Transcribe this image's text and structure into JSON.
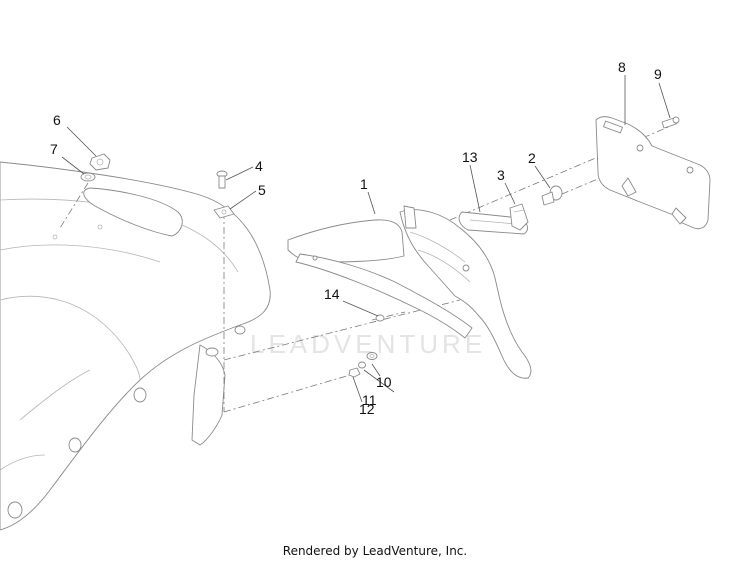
{
  "diagram": {
    "watermark": "LEADVENTURE",
    "callouts": [
      "1",
      "2",
      "3",
      "4",
      "5",
      "6",
      "7",
      "8",
      "9",
      "10",
      "11",
      "12",
      "13",
      "14"
    ]
  },
  "footer": {
    "text": "Rendered by LeadVenture, Inc."
  }
}
